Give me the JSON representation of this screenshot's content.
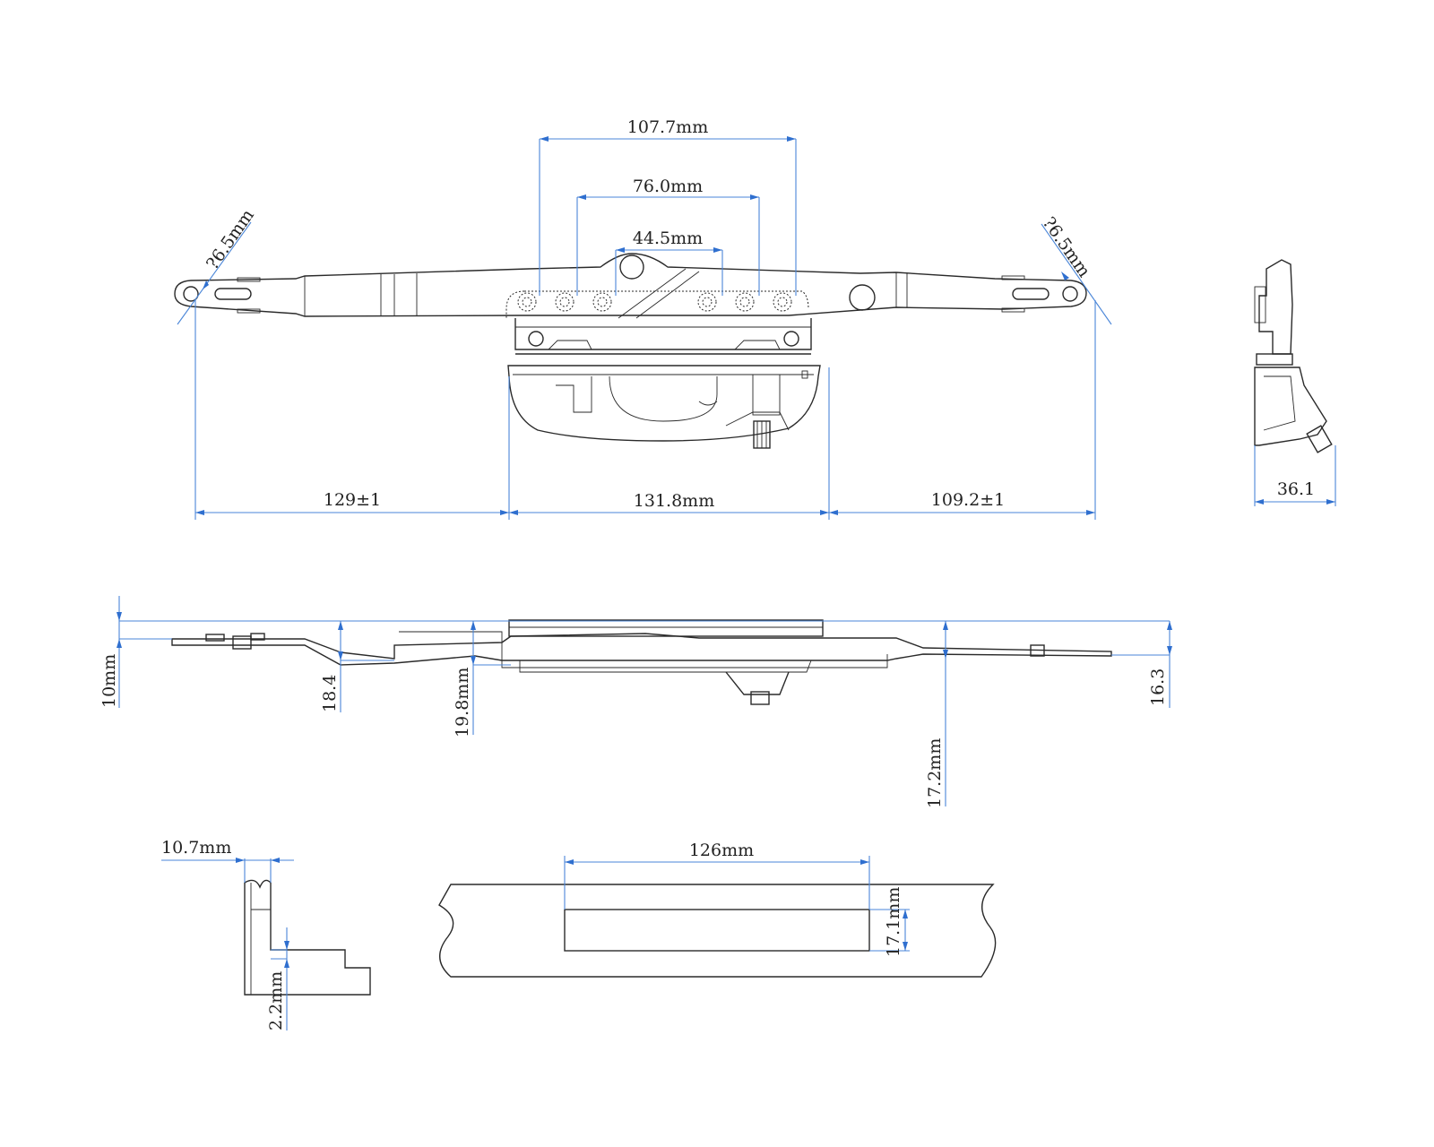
{
  "title": "Window operator technical drawing",
  "colors": {
    "dimension": "#4a86d8",
    "outline": "#2a2a2a"
  },
  "top_view": {
    "dim_hole_outer": "107.7mm",
    "dim_hole_middle": "76.0mm",
    "dim_hole_inner": "44.5mm",
    "dim_left_pivot": "?6.5mm",
    "dim_right_pivot": "?6.5mm",
    "dim_left_arm": "129±1",
    "dim_body": "131.8mm",
    "dim_right_arm": "109.2±1"
  },
  "end_view": {
    "dim_depth": "36.1"
  },
  "side_view": {
    "dim_10": "10mm",
    "dim_18_4": "18.4",
    "dim_19_8": "19.8mm",
    "dim_17_2": "17.2mm",
    "dim_16_3": "16.3"
  },
  "bracket_detail": {
    "dim_width": "10.7mm",
    "dim_step": "2.2mm"
  },
  "cutout_detail": {
    "dim_length": "126mm",
    "dim_height": "17.1mm"
  }
}
